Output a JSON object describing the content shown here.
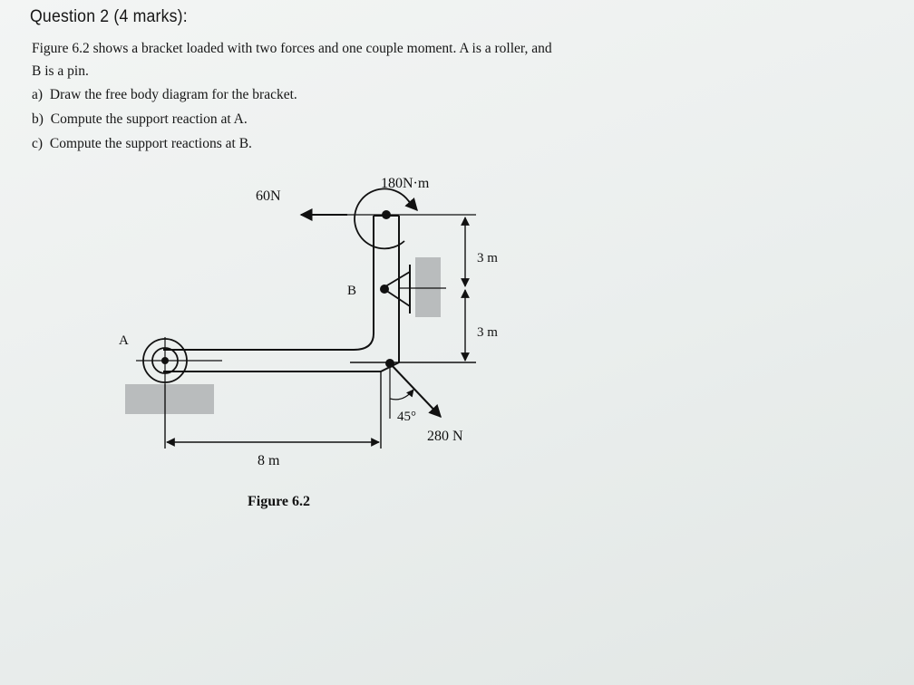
{
  "question": {
    "title": "Question 2 (4 marks):",
    "intro_line1": "Figure 6.2 shows a bracket loaded with two forces and one couple moment. A is a roller, and",
    "intro_line2": "B is a pin.",
    "items": [
      {
        "marker": "a)",
        "text": "Draw the free body diagram for the bracket."
      },
      {
        "marker": "b)",
        "text": "Compute the support reaction at A."
      },
      {
        "marker": "c)",
        "text": "Compute the support reactions at B."
      }
    ]
  },
  "figure": {
    "caption": "Figure 6.2",
    "labels": {
      "moment": "180N·m",
      "force_left": "60N",
      "point_a": "A",
      "point_b": "B",
      "dim_upper": "3 m",
      "dim_lower": "3 m",
      "angle": "45°",
      "force_bottom": "280 N",
      "dim_horizontal": "8 m"
    },
    "colors": {
      "ink": "#111111",
      "support_fill": "#b9bcbd"
    }
  }
}
